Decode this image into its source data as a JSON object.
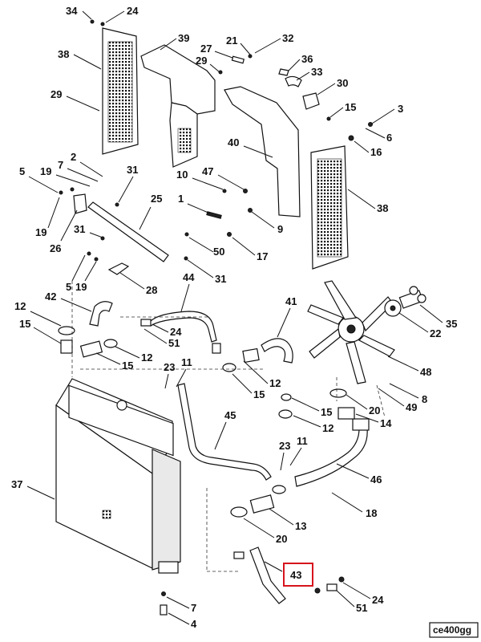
{
  "drawing_code": "ce400gg",
  "highlighted_callout": "43",
  "callouts": {
    "c34": "34",
    "c24a": "24",
    "c39": "39",
    "c27": "27",
    "c21": "21",
    "c32": "32",
    "c38a": "38",
    "c29a": "29",
    "c36": "36",
    "c33": "33",
    "c30": "30",
    "c29b": "29",
    "c15a": "15",
    "c3": "3",
    "c6": "6",
    "c16": "16",
    "c40": "40",
    "c2": "2",
    "c7a": "7",
    "c5a": "5",
    "c19a": "19",
    "c31a": "31",
    "c10": "10",
    "c47": "47",
    "c38b": "38",
    "c19b": "19",
    "c26": "26",
    "c25": "25",
    "c1": "1",
    "c9": "9",
    "c31b": "31",
    "c50": "50",
    "c17": "17",
    "c5b": "5",
    "c19c": "19",
    "c28": "28",
    "c31c": "31",
    "c44": "44",
    "c41": "41",
    "c35": "35",
    "c42": "42",
    "c12a": "12",
    "c22": "22",
    "c15b": "15",
    "c24b": "24",
    "c51a": "51",
    "c12b": "12",
    "c15c": "15",
    "c23a": "23",
    "c11a": "11",
    "c12c": "12",
    "c48": "48",
    "c15d": "15",
    "c8": "8",
    "c49": "49",
    "c15e": "15",
    "c20a": "20",
    "c14": "14",
    "c12d": "12",
    "c45": "45",
    "c23b": "23",
    "c11b": "11",
    "c37": "37",
    "c46": "46",
    "c18": "18",
    "c13": "13",
    "c20b": "20",
    "c43": "43",
    "c24c": "24",
    "c7b": "7",
    "c51b": "51",
    "c4": "4"
  }
}
